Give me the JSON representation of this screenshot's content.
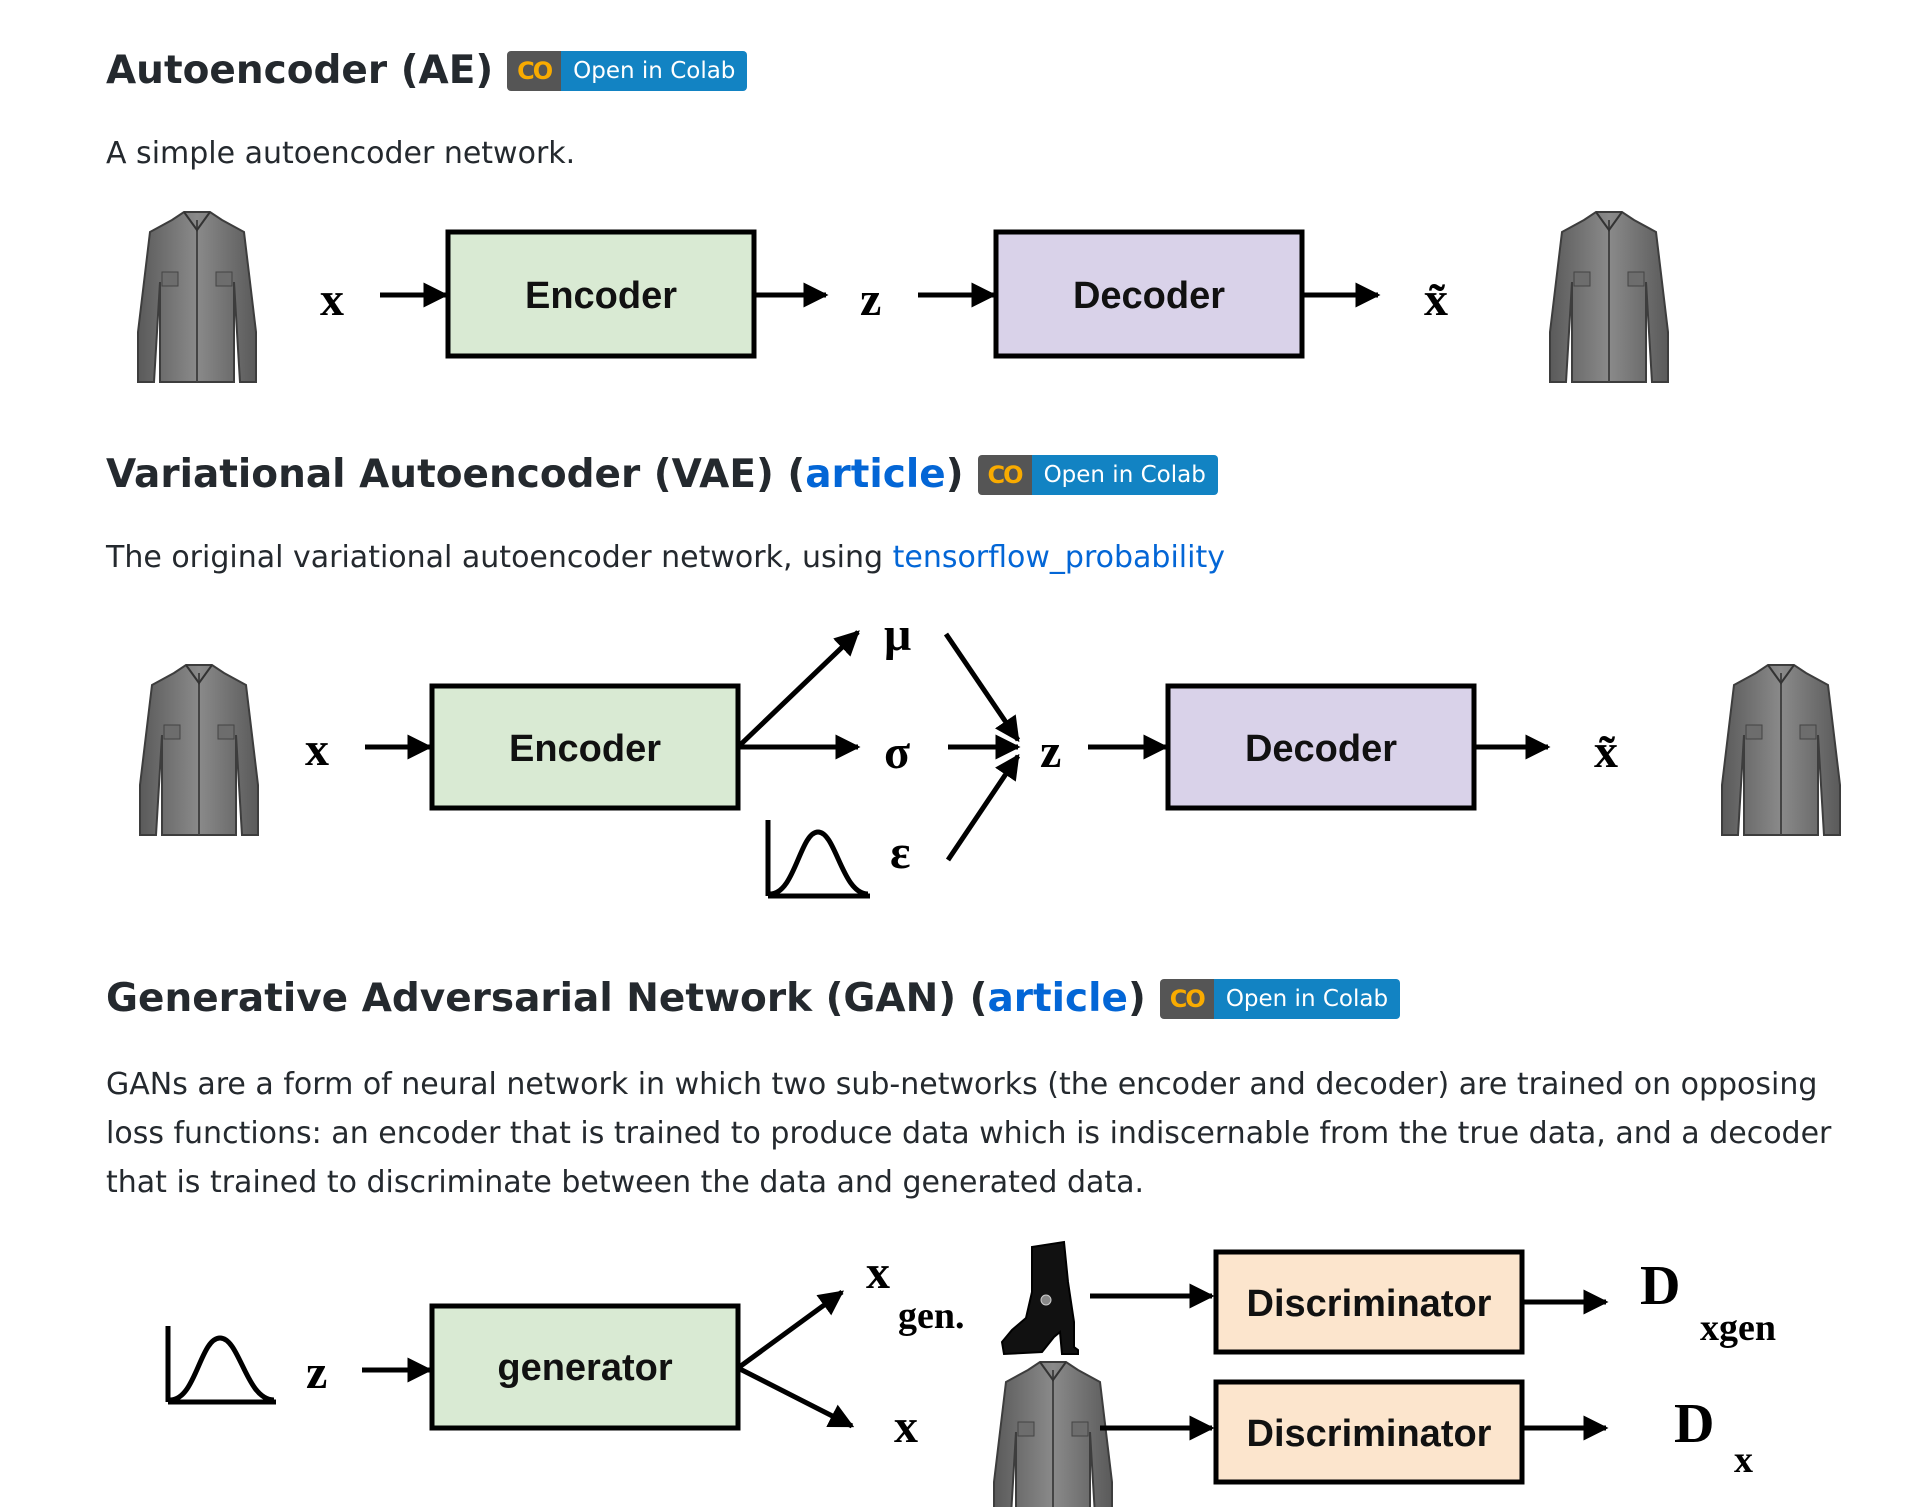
{
  "ae": {
    "title": "Autoencoder (AE)",
    "badge_icon": "CO",
    "badge_text": "Open in Colab",
    "description": "A simple autoencoder network.",
    "diagram": {
      "input_symbol": "x",
      "encoder_label": "Encoder",
      "latent_symbol": "z",
      "decoder_label": "Decoder",
      "output_symbol": "x̃",
      "input_image": "shirt-image",
      "output_image": "shirt-image"
    }
  },
  "vae": {
    "title": "Variational Autoencoder (VAE)",
    "article_link": "article",
    "badge_icon": "CO",
    "badge_text": "Open in Colab",
    "description_prefix": "The original variational autoencoder network, using ",
    "description_link": "tensorflow_probability",
    "diagram": {
      "input_symbol": "x",
      "encoder_label": "Encoder",
      "mu_symbol": "μ",
      "sigma_symbol": "σ",
      "epsilon_symbol": "ε",
      "latent_symbol": "z",
      "decoder_label": "Decoder",
      "output_symbol": "x̃",
      "noise_icon": "gaussian-curve-icon"
    }
  },
  "gan": {
    "title": "Generative Adversarial Network (GAN)",
    "article_link": "article",
    "badge_icon": "CO",
    "badge_text": "Open in Colab",
    "description": "GANs are a form of neural network in which two sub-networks (the encoder and decoder) are trained on opposing loss functions: an encoder that is trained to produce data which is indiscernable from the true data, and a decoder that is trained to discriminate between the data and generated data.",
    "diagram": {
      "latent_symbol": "z",
      "generator_label": "generator",
      "xgen_symbol": "x",
      "xgen_sub": "gen.",
      "x_symbol": "x",
      "discriminator_label_1": "Discriminator",
      "discriminator_label_2": "Discriminator",
      "d_symbol_1": "D",
      "d_sub_1": "xgen",
      "d_symbol_2": "D",
      "d_sub_2": "x",
      "gen_image": "boot-image",
      "real_image": "shirt-image"
    }
  },
  "colors": {
    "link": "#0366d6",
    "encoder_fill": "#d9ead3",
    "decoder_fill": "#d9d2e9",
    "discriminator_fill": "#fce5cd",
    "badge_left": "#555555",
    "badge_right": "#1283c3",
    "badge_logo": "#f9ab00"
  }
}
